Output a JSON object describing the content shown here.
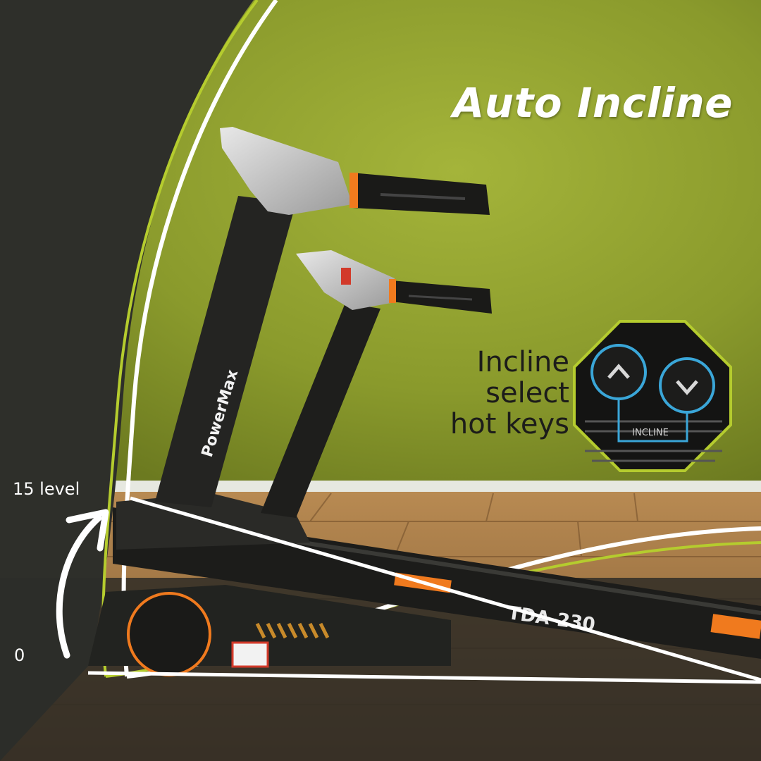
{
  "headline": "Auto Incline",
  "hotkeys": {
    "caption_lines": [
      "Incline",
      "select",
      "hot keys"
    ],
    "panel_label": "INCLINE",
    "up_icon": "chevron-up-icon",
    "down_icon": "chevron-down-icon"
  },
  "incline_scale": {
    "top_label": "15 level",
    "bottom_label": "0"
  },
  "product": {
    "brand": "PowerMax",
    "model": "TDA-230"
  },
  "colors": {
    "wall": "#8a9a2c",
    "accent_lime": "#b5cc2e",
    "dark_panel": "#2e2f2a",
    "orange_accent": "#f07a1e",
    "key_ring": "#3aa6d8"
  }
}
